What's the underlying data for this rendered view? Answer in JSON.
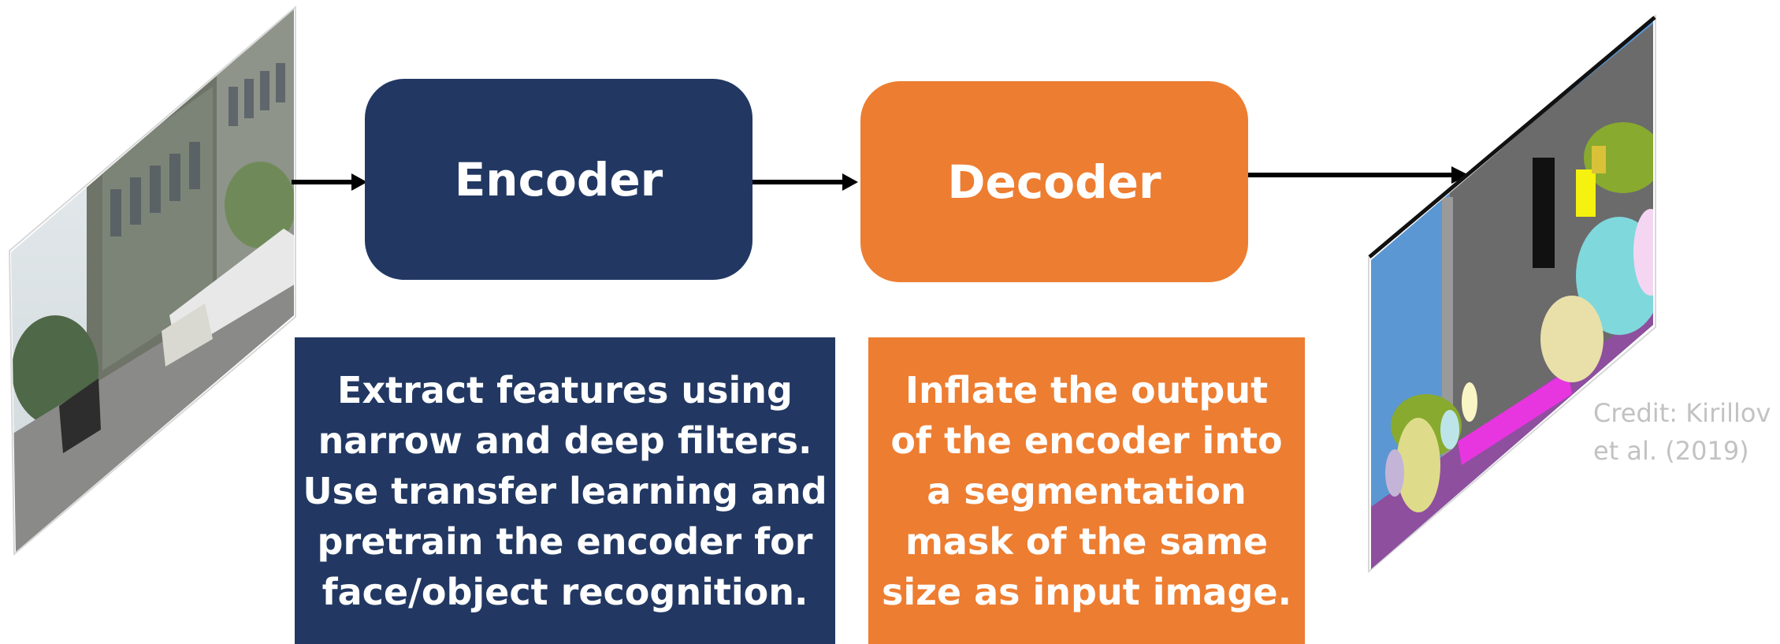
{
  "colors": {
    "encoder": "#223863",
    "decoder": "#ED7D31",
    "arrow": "#000000",
    "credit_text": "#C2C2C2"
  },
  "encoder": {
    "label": "Encoder",
    "description_lines": [
      "Extract features using",
      "narrow and deep filters.",
      "Use transfer learning and",
      "pretrain the encoder for",
      "face/object recognition."
    ]
  },
  "decoder": {
    "label": "Decoder",
    "description_lines": [
      "Inflate the output",
      "of the encoder into",
      "a segmentation",
      "mask of the same",
      "size as input image."
    ]
  },
  "credit": {
    "lines": [
      "Credit: Kirillov",
      "et al. (2019)"
    ]
  },
  "images": {
    "input": "street-scene-photo",
    "output": "segmentation-mask"
  }
}
